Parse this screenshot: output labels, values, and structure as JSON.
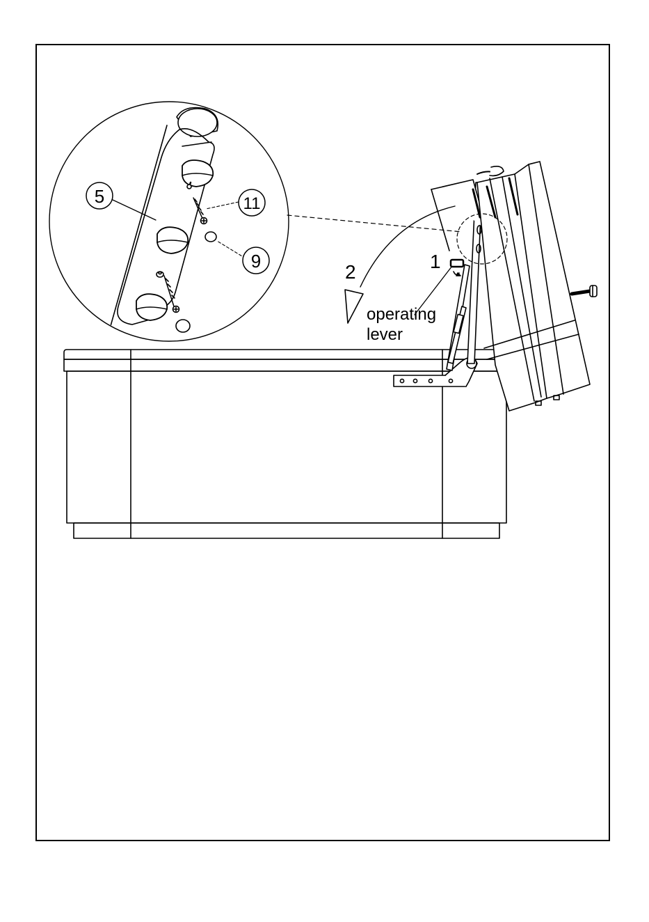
{
  "callouts": {
    "part_5": "5",
    "part_11": "11",
    "part_9": "9"
  },
  "steps": {
    "step_1": "1",
    "step_2": "2"
  },
  "labels": {
    "operating_line1": "operating",
    "operating_line2": "lever"
  },
  "colors": {
    "line": "#000000",
    "background": "#ffffff"
  }
}
